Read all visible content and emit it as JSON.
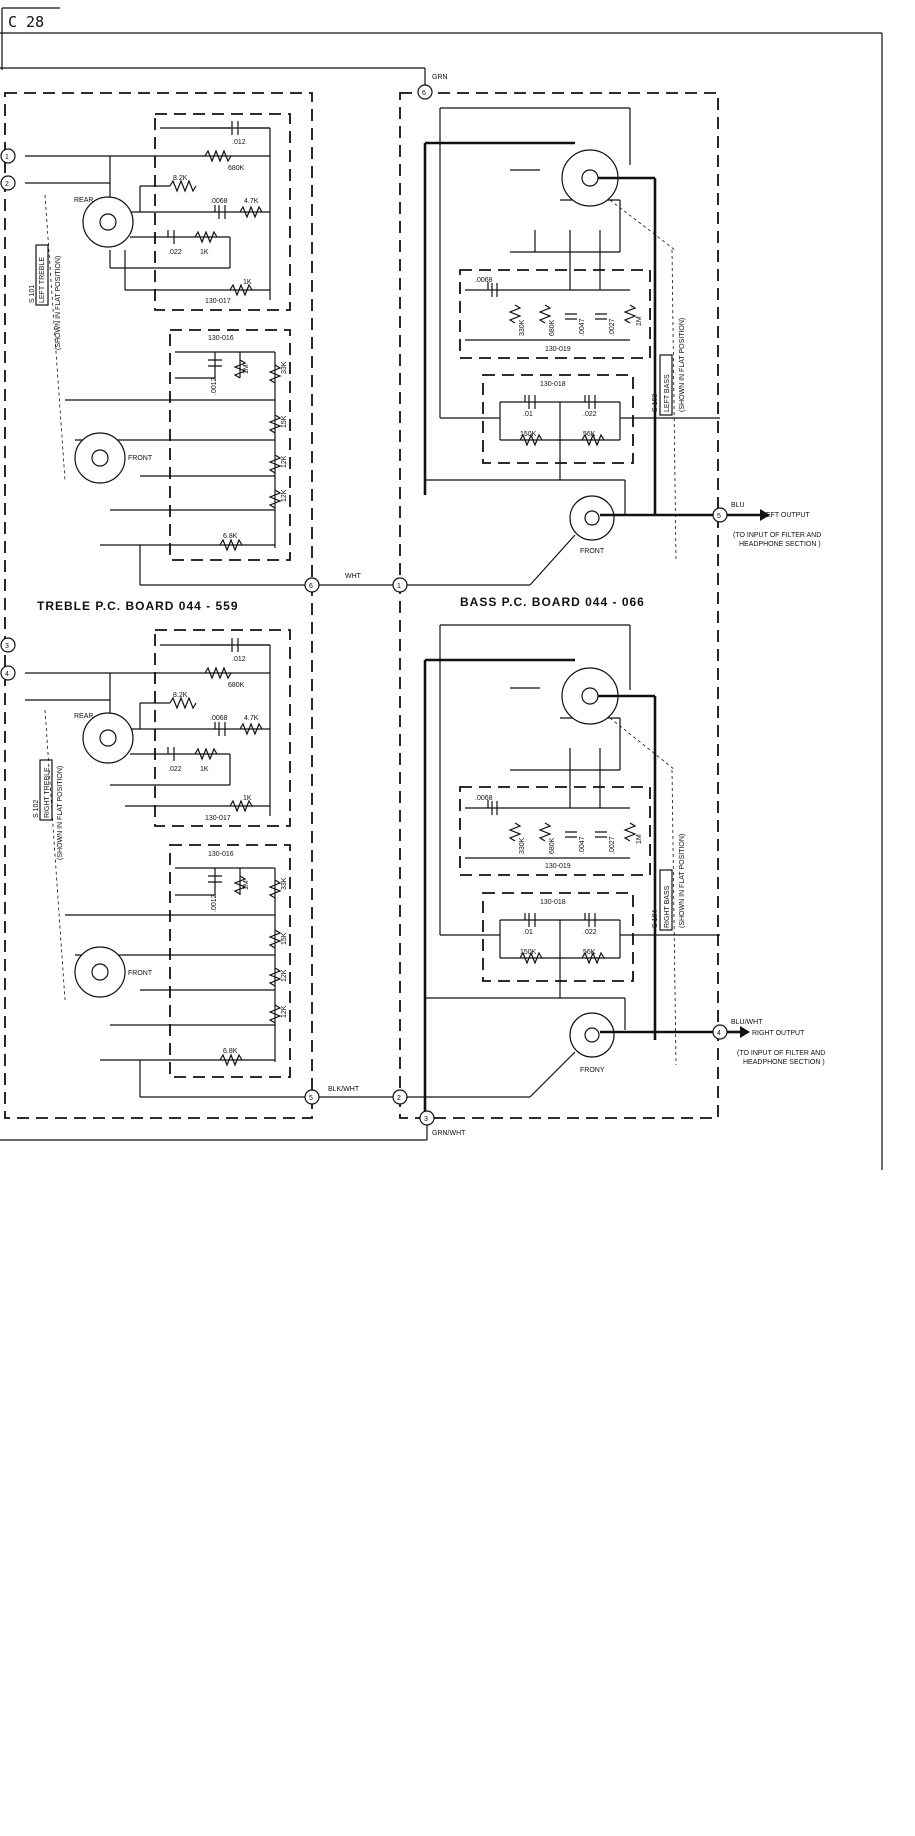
{
  "page": {
    "label": "C 28"
  },
  "treble": {
    "title": "TREBLE P.C. BOARD 044 - 559",
    "left": {
      "switch": "S 101",
      "name": "LEFT TREBLE",
      "note": "(SHOWN IN FLAT POSITION)",
      "rear": "REAR",
      "front": "FRONT",
      "net_a": "130-017",
      "net_b": "130-016",
      "values_a": [
        ".012",
        "680K",
        "8.2K",
        ".0068",
        "4.7K",
        ".022",
        "1K",
        "1K"
      ],
      "values_b": [
        ".0012",
        "1M",
        "33K",
        "15K",
        "12K",
        "12K",
        "6.8K"
      ]
    },
    "right": {
      "switch": "S 102",
      "name": "RIGHT TREBLE",
      "note": "(SHOWN IN FLAT POSITION)",
      "rear": "REAR",
      "front": "FRONT",
      "net_a": "130-017",
      "net_b": "130-016",
      "values_a": [
        ".012",
        "680K",
        "8.2K",
        ".0068",
        "4.7K",
        ".022",
        "1K",
        "1K"
      ],
      "values_b": [
        ".0012",
        "1M",
        "33K",
        "15K",
        "12K",
        "12K",
        "6.8K"
      ]
    },
    "terminals": [
      "1",
      "2",
      "3",
      "4",
      "5",
      "6"
    ]
  },
  "bass": {
    "title": "BASS P.C. BOARD 044 - 066",
    "left": {
      "switch": "S 103",
      "name": "LEFT BASS",
      "note": "(SHOWN IN FLAT POSITION)",
      "front": "FRONT",
      "net_a": "130-019",
      "net_b": "130-018",
      "values_a": [
        ".0068",
        "330K",
        "680K",
        ".0047",
        ".0027",
        "1M"
      ],
      "values_b": [
        ".01",
        ".022",
        "150K",
        "56K"
      ]
    },
    "right": {
      "switch": "S 104",
      "name": "RIGHT BASS",
      "note": "(SHOWN IN FLAT POSITION)",
      "front": "FRONY",
      "net_a": "130-019",
      "net_b": "130-018",
      "values_a": [
        ".0068",
        "330K",
        "680K",
        ".0047",
        ".0027",
        "1M"
      ],
      "values_b": [
        ".01",
        ".022",
        "150K",
        "56K"
      ]
    },
    "terminals": [
      "1",
      "2",
      "3",
      "4",
      "5",
      "6"
    ]
  },
  "wires": {
    "grn": "GRN",
    "wht": "WHT",
    "blk_wht": "BLK/WHT",
    "grn_wht": "GRN/WHT",
    "blu": "BLU",
    "blu_wht": "BLU/WHT"
  },
  "outputs": {
    "left": "LEFT OUTPUT",
    "left_note1": "(TO INPUT OF FILTER AND",
    "left_note2": "HEADPHONE SECTION )",
    "right": "RIGHT OUTPUT",
    "right_note1": "(TO INPUT OF FILTER AND",
    "right_note2": "HEADPHONE SECTION )"
  }
}
